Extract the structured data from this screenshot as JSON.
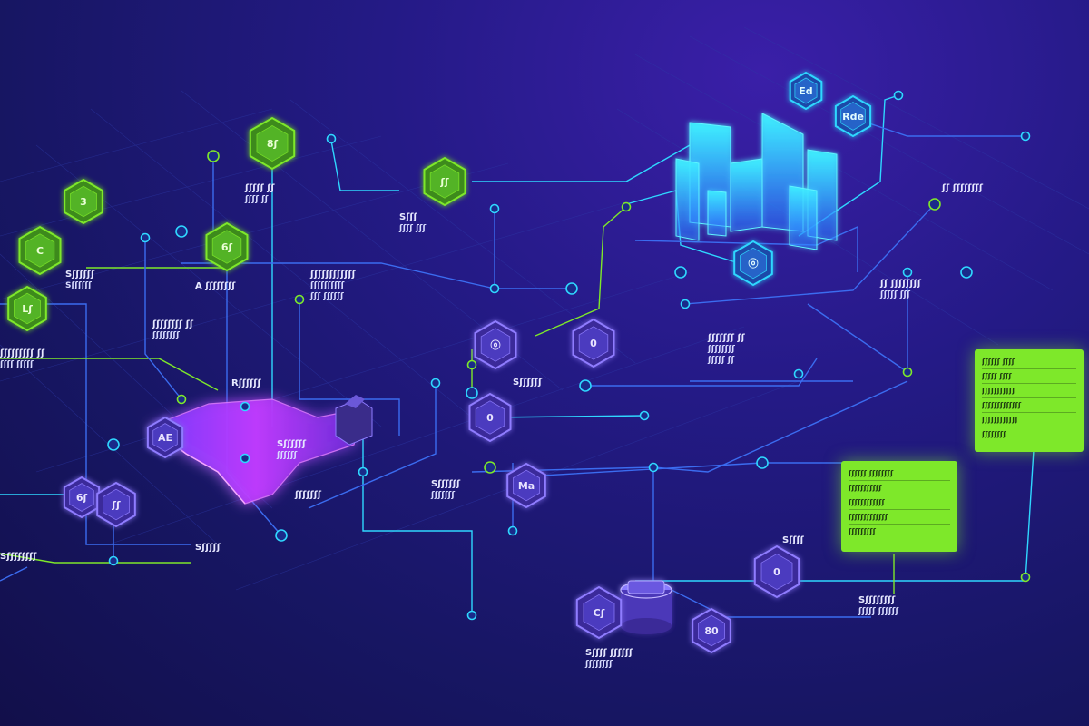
{
  "colors": {
    "background": "#1a1560",
    "green": "#7ee82a",
    "cyan": "#2fd7ff",
    "violet": "#6a4cff",
    "magenta": "#b238ff",
    "blue_line": "#3b6cf0"
  },
  "hex_nodes": [
    {
      "id": "n1",
      "label": "8ʃ",
      "style": "green"
    },
    {
      "id": "n2",
      "label": "3",
      "style": "green"
    },
    {
      "id": "n3",
      "label": "C",
      "style": "green"
    },
    {
      "id": "n4",
      "label": "Lʃ",
      "style": "green"
    },
    {
      "id": "n5",
      "label": "6ʃ",
      "style": "green"
    },
    {
      "id": "n6",
      "label": "ʃʃ",
      "style": "green"
    },
    {
      "id": "n7",
      "label": "6ʃ",
      "style": "violet"
    },
    {
      "id": "n8",
      "label": "ʃʃ",
      "style": "violet"
    },
    {
      "id": "n9",
      "label": "Ed",
      "style": "cyan"
    },
    {
      "id": "n10",
      "label": "Rde",
      "style": "cyan"
    },
    {
      "id": "n11",
      "label": "ⓞ",
      "style": "cyan"
    },
    {
      "id": "n12",
      "label": "ⓞ",
      "style": "violet"
    },
    {
      "id": "n13",
      "label": "0",
      "style": "violet"
    },
    {
      "id": "n14",
      "label": "0",
      "style": "violet"
    },
    {
      "id": "n15",
      "label": "Ma",
      "style": "violet"
    },
    {
      "id": "n16",
      "label": "0",
      "style": "violet"
    },
    {
      "id": "n17",
      "label": "Cʃ",
      "style": "violet"
    },
    {
      "id": "n18",
      "label": "80",
      "style": "violet"
    },
    {
      "id": "n19",
      "label": "AE",
      "style": "violet"
    }
  ],
  "labels": [
    {
      "id": "t1",
      "lines": [
        "ʃʃʃʃʃ ʃʃ",
        "ʃʃʃʃ ʃʃ"
      ]
    },
    {
      "id": "t2",
      "lines": [
        "Sʃʃʃʃʃʃ",
        "Sʃʃʃʃʃʃ"
      ]
    },
    {
      "id": "t3",
      "lines": [
        "A ʃʃʃʃʃʃʃʃ"
      ]
    },
    {
      "id": "t4",
      "lines": [
        "ʃʃʃʃʃʃʃʃ ʃʃ",
        "ʃʃʃʃʃʃʃʃ"
      ]
    },
    {
      "id": "t5",
      "lines": [
        "Sʃʃʃ",
        "ʃʃʃʃ ʃʃʃ"
      ]
    },
    {
      "id": "t6",
      "lines": [
        "ʃʃʃʃʃʃʃʃʃʃʃʃ",
        "ʃʃʃʃʃʃʃʃʃʃ",
        "ʃʃʃ ʃʃʃʃʃʃ"
      ]
    },
    {
      "id": "t7",
      "lines": [
        "ʃʃʃʃʃʃʃ ʃʃ",
        "ʃʃʃʃʃʃʃʃ",
        "ʃʃʃʃʃ ʃʃ"
      ]
    },
    {
      "id": "t8",
      "lines": [
        "Sʃʃʃʃʃʃ"
      ]
    },
    {
      "id": "t9",
      "lines": [
        "ʃʃ ʃʃʃʃʃʃʃʃ",
        "ʃʃʃʃʃ ʃʃʃ"
      ]
    },
    {
      "id": "t10",
      "lines": [
        "ʃʃ ʃʃʃʃʃʃʃʃ"
      ]
    },
    {
      "id": "t11",
      "lines": [
        "Rʃʃʃʃʃʃ"
      ]
    },
    {
      "id": "t12",
      "lines": [
        "Sʃʃʃʃʃʃ",
        "ʃʃʃʃʃʃ"
      ]
    },
    {
      "id": "t13",
      "lines": [
        "ʃʃʃʃʃʃʃ"
      ]
    },
    {
      "id": "t14",
      "lines": [
        "Sʃʃʃʃʃʃ",
        "ʃʃʃʃʃʃʃ"
      ]
    },
    {
      "id": "t15",
      "lines": [
        "Sʃʃʃʃ ʃʃʃʃʃʃ",
        "ʃʃʃʃʃʃʃʃ"
      ]
    },
    {
      "id": "t16",
      "lines": [
        "Sʃʃʃʃʃʃʃʃ",
        "ʃʃʃʃʃ ʃʃʃʃʃʃ"
      ]
    },
    {
      "id": "t17",
      "lines": [
        "Sʃʃʃʃ"
      ]
    },
    {
      "id": "t18",
      "lines": [
        "ʃʃʃʃʃʃʃʃʃ ʃʃ",
        "ʃʃʃʃ ʃʃʃʃʃ"
      ]
    },
    {
      "id": "t19",
      "lines": [
        "Sʃʃʃʃʃ"
      ]
    },
    {
      "id": "t20",
      "lines": [
        "Sʃʃʃʃʃʃʃʃ"
      ]
    }
  ],
  "cards": [
    {
      "id": "card1",
      "rows": [
        "ʃʃʃʃʃʃ ʃʃʃʃ",
        "ʃʃʃʃʃ ʃʃʃʃ",
        "ʃʃʃʃʃʃʃʃʃʃʃ",
        "ʃʃʃʃʃʃʃʃʃʃʃʃʃ",
        "ʃʃʃʃʃʃʃʃʃʃʃʃ",
        "ʃʃʃʃʃʃʃʃ"
      ]
    },
    {
      "id": "card2",
      "rows": [
        "ʃʃʃʃʃʃ ʃʃʃʃʃʃʃʃ",
        "ʃʃʃʃʃʃʃʃʃʃʃ",
        "ʃʃʃʃʃʃʃʃʃʃʃʃ",
        "ʃʃʃʃʃʃʃʃʃʃʃʃʃ",
        "ʃʃʃʃʃʃʃʃʃ"
      ]
    }
  ]
}
